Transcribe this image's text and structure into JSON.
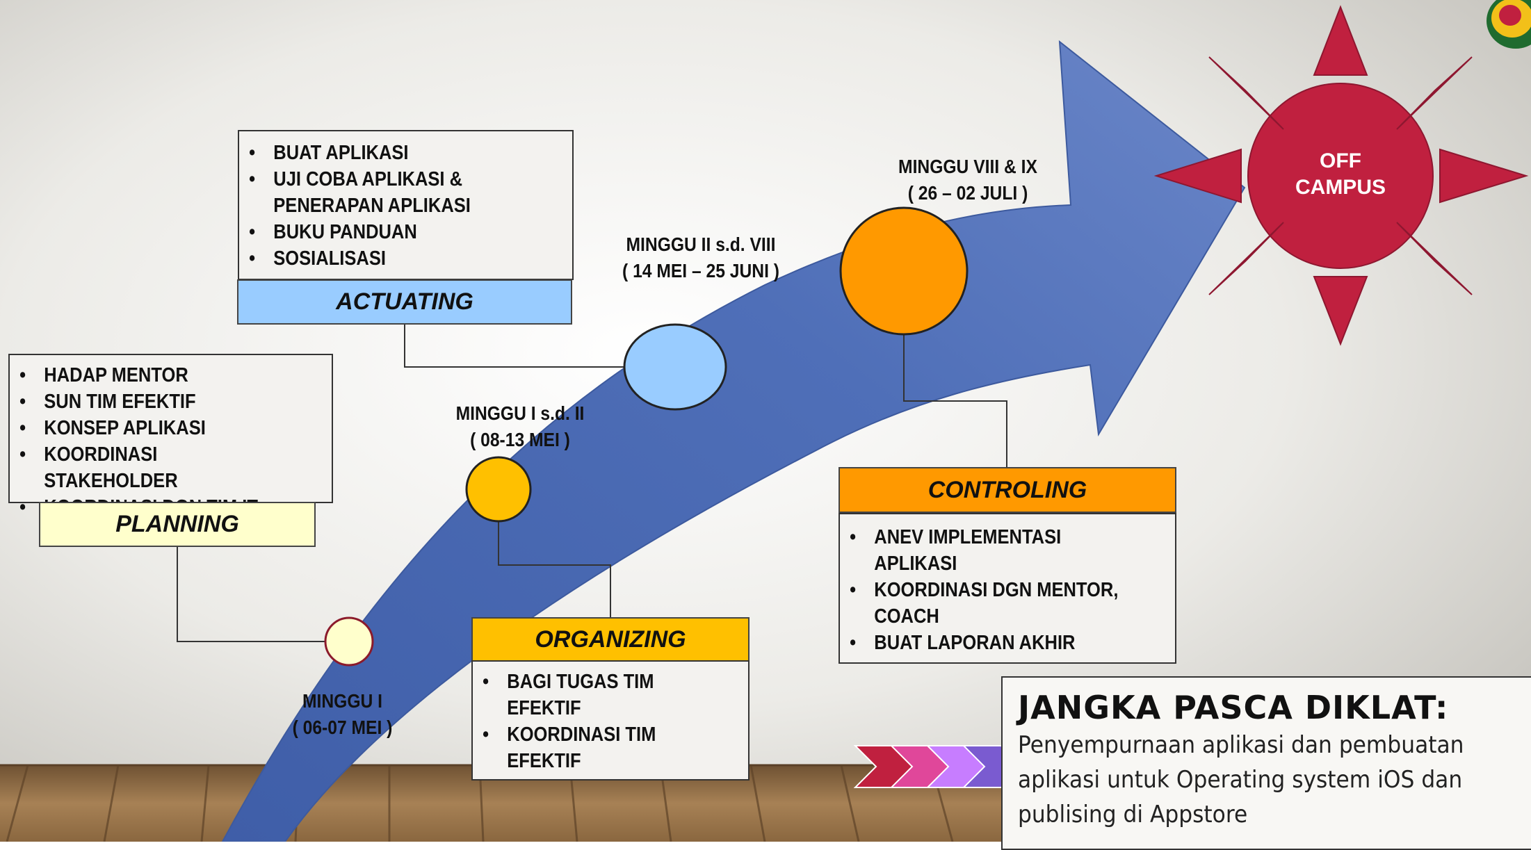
{
  "phases": {
    "planning": {
      "label": "PLANNING",
      "items": [
        "HADAP MENTOR",
        "SUN TIM EFEKTIF",
        "KONSEP APLIKASI",
        "KOORDINASI STAKEHOLDER",
        "KOORDINASI DGN TIM IT"
      ],
      "milestone_line1": "MINGGU I",
      "milestone_line2": "( 06-07 MEI )",
      "color": "#ffffcc"
    },
    "organizing": {
      "label": "ORGANIZING",
      "items": [
        "BAGI TUGAS TIM EFEKTIF",
        "KOORDINASI TIM EFEKTIF"
      ],
      "milestone_line1": "MINGGU I s.d. II",
      "milestone_line2": "( 08-13 MEI )",
      "color": "#ffc000"
    },
    "actuating": {
      "label": "ACTUATING",
      "items": [
        "BUAT APLIKASI",
        "UJI COBA APLIKASI & PENERAPAN APLIKASI",
        "BUKU PANDUAN",
        "SOSIALISASI"
      ],
      "milestone_line1": "MINGGU II s.d. VIII",
      "milestone_line2": "( 14 MEI – 25 JUNI )",
      "color": "#99ccff"
    },
    "controling": {
      "label": "CONTROLING",
      "items": [
        "ANEV IMPLEMENTASI APLIKASI",
        "KOORDINASI DGN MENTOR, COACH",
        "BUAT LAPORAN AKHIR"
      ],
      "milestone_line1": "MINGGU VIII & IX",
      "milestone_line2": "( 26 – 02 JULI )",
      "color": "#ff9900"
    }
  },
  "goal": {
    "line1": "OFF",
    "line2": "CAMPUS",
    "color": "#c0203f"
  },
  "post": {
    "title": "JANGKA PASCA DIKLAT:",
    "description": "Penyempurnaan aplikasi dan pembuatan aplikasi untuk Operating system iOS dan publising di Appstore",
    "chevron_colors": [
      "#c0203f",
      "#e0479a",
      "#c77dff",
      "#7a5bd0"
    ]
  },
  "colors": {
    "arrow": "#4f6fb8",
    "floor": "#8b6a43"
  },
  "icons": {
    "logo": "emblem-icon"
  }
}
